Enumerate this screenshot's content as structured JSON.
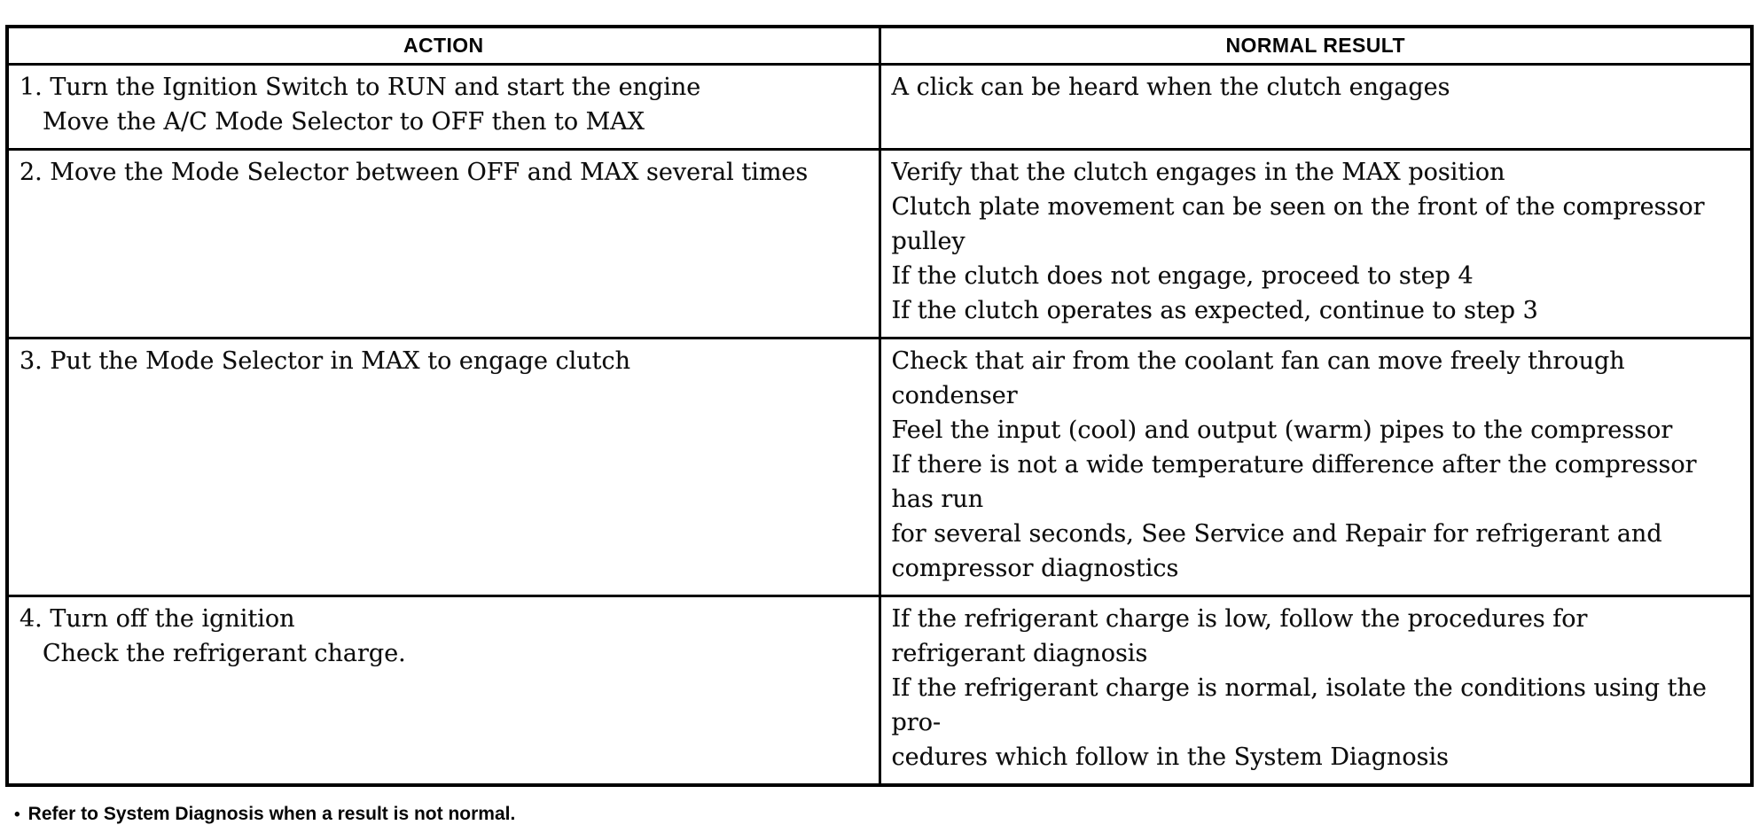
{
  "page": {
    "background_color": "#ffffff",
    "text_color": "#0d0d0d",
    "border_color": "#000000"
  },
  "table": {
    "columns": [
      {
        "key": "action",
        "label": "ACTION"
      },
      {
        "key": "result",
        "label": "NORMAL RESULT"
      }
    ],
    "rows": [
      {
        "action": [
          "1. Turn the Ignition Switch to RUN and start the engine",
          "Move the A/C Mode Selector to OFF then to MAX"
        ],
        "result": [
          "A click can be heard when the clutch engages"
        ]
      },
      {
        "action": [
          "2. Move the Mode Selector between OFF and MAX several times"
        ],
        "result": [
          "Verify that the clutch engages in the MAX position",
          "Clutch plate movement can be seen on the front of the compressor pulley",
          "If the clutch does not engage, proceed to step 4",
          "If the clutch operates as expected, continue to step 3"
        ]
      },
      {
        "action": [
          "3. Put the Mode Selector in MAX to engage clutch"
        ],
        "result": [
          "Check that air from the coolant fan can move freely through condenser",
          "Feel the input (cool) and output (warm) pipes to the compressor",
          "If there is not a wide temperature difference after the compressor has run\nfor several seconds, See Service and Repair  for  refrigerant  and\ncompressor diagnostics"
        ]
      },
      {
        "action": [
          "4. Turn off the ignition",
          "Check the refrigerant charge."
        ],
        "result": [
          "If the refrigerant charge is low, follow the procedures for\nrefrigerant diagnosis",
          "If the refrigerant charge is normal, isolate the conditions using the pro-\ncedures which follow in the System Diagnosis"
        ]
      }
    ]
  },
  "footnote": {
    "bullet": "•",
    "text": "Refer to System Diagnosis when a result is not normal."
  }
}
